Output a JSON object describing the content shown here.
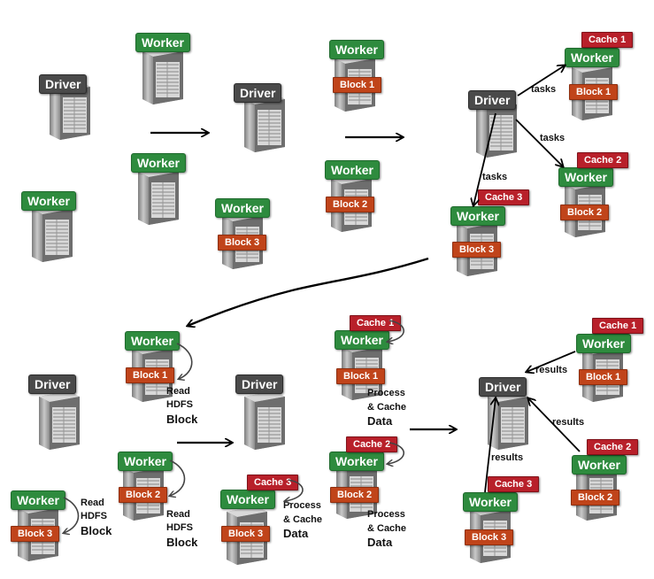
{
  "labels": {
    "worker": "Worker",
    "driver": "Driver",
    "block_1": "Block 1",
    "block_2": "Block 2",
    "block_3": "Block 3",
    "cache_1": "Cache 1",
    "cache_2": "Cache 2",
    "cache_3": "Cache 3",
    "tasks": "tasks",
    "results": "results",
    "read": "Read",
    "hdfs": "HDFS",
    "block_word": "Block",
    "process": "Process",
    "and_cache": "& Cache",
    "data_word": "Data"
  },
  "icons": {
    "server": "server-tower-icon",
    "arrow": "arrow-right-icon",
    "loop": "circular-arrow-icon"
  },
  "colors": {
    "worker": "#2e8b3e",
    "driver": "#4a4a4a",
    "block": "#c0441a",
    "cache": "#b8202a"
  }
}
